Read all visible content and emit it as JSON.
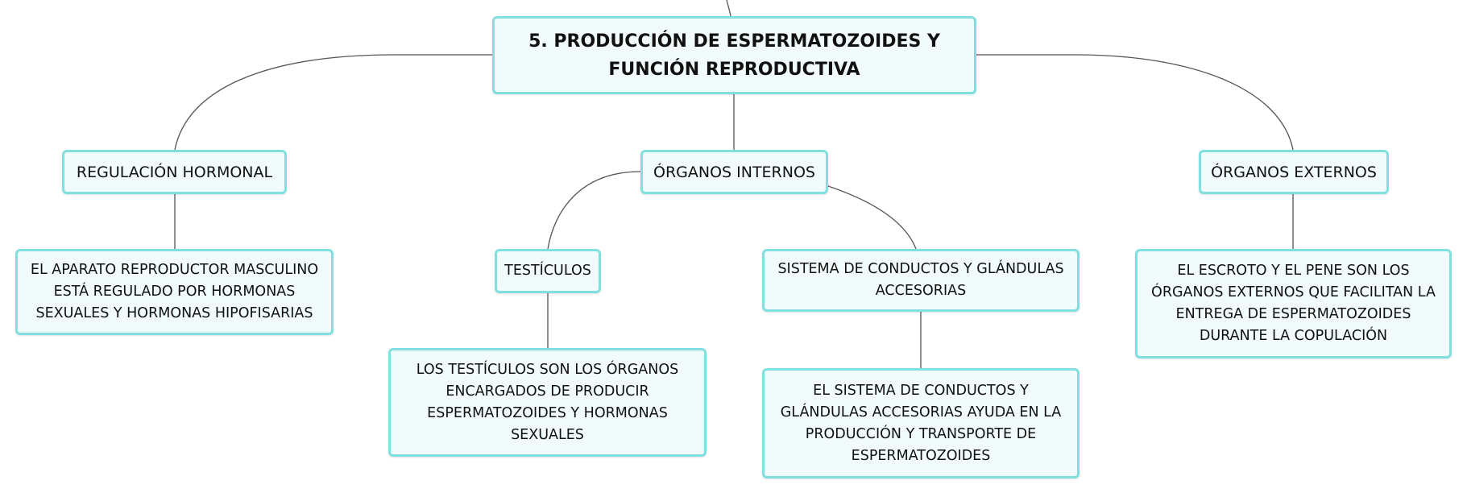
{
  "colors": {
    "node_border": "#7fe0df",
    "node_fill": "#f1fbfb",
    "connector": "#555555",
    "text": "#111111"
  },
  "map": {
    "root": "5. PRODUCCIÓN DE ESPERMATOZOIDES Y FUNCIÓN REPRODUCTIVA",
    "topics": {
      "regulacion": {
        "label": "REGULACIÓN HORMONAL",
        "detail": "EL APARATO REPRODUCTOR MASCULINO ESTÁ REGULADO POR HORMONAS SEXUALES Y HORMONAS HIPOFISARIAS"
      },
      "internos": {
        "label": "ÓRGANOS INTERNOS",
        "testiculos": {
          "label": "TESTÍCULOS",
          "detail": "LOS TESTÍCULOS SON LOS ÓRGANOS ENCARGADOS DE PRODUCIR ESPERMATOZOIDES Y HORMONAS SEXUALES"
        },
        "conductos": {
          "label": "SISTEMA DE CONDUCTOS Y GLÁNDULAS ACCESORIAS",
          "detail": "EL SISTEMA DE CONDUCTOS Y GLÁNDULAS ACCESORIAS AYUDA EN LA PRODUCCIÓN Y TRANSPORTE DE ESPERMATOZOIDES"
        }
      },
      "externos": {
        "label": "ÓRGANOS EXTERNOS",
        "detail": "EL ESCROTO Y EL PENE SON LOS ÓRGANOS EXTERNOS QUE FACILITAN LA ENTREGA DE ESPERMATOZOIDES DURANTE LA COPULACIÓN"
      }
    }
  }
}
